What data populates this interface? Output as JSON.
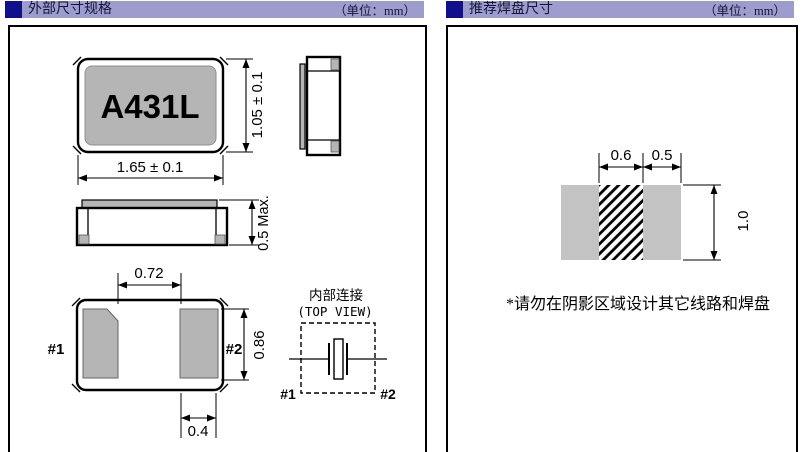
{
  "colors": {
    "header_bar_bg": "#9c9ccd",
    "header_square": "#10108c",
    "header_text": "#15153a",
    "drawing_line": "#000000",
    "component_gray": "#b5b5b5",
    "land_pad_gray": "#c3c3c3"
  },
  "left_panel": {
    "title": "外部尺寸规格",
    "unit_label": "（单位：mm）",
    "top_view": {
      "part_number": "A431L",
      "width_dim": "1.65 ± 0.1",
      "height_dim": "1.05 ± 0.1"
    },
    "front_view": {
      "height_dim": "0.5 Max."
    },
    "bottom_view": {
      "pad_gap_dim": "0.72",
      "pad_height_dim": "0.86",
      "pad_width_dim": "0.4",
      "pad1_label": "#1",
      "pad2_label": "#2"
    },
    "internal_connection": {
      "title": "内部连接",
      "subtitle": "(TOP VIEW)",
      "pad1_label": "#1",
      "pad2_label": "#2"
    }
  },
  "right_panel": {
    "title": "推荐焊盘尺寸",
    "unit_label": "（单位：mm）",
    "land_pattern": {
      "gap_dim": "0.6",
      "pad_width_dim": "0.5",
      "pad_height_dim": "1.0"
    },
    "note": "*请勿在阴影区域设计其它线路和焊盘"
  }
}
